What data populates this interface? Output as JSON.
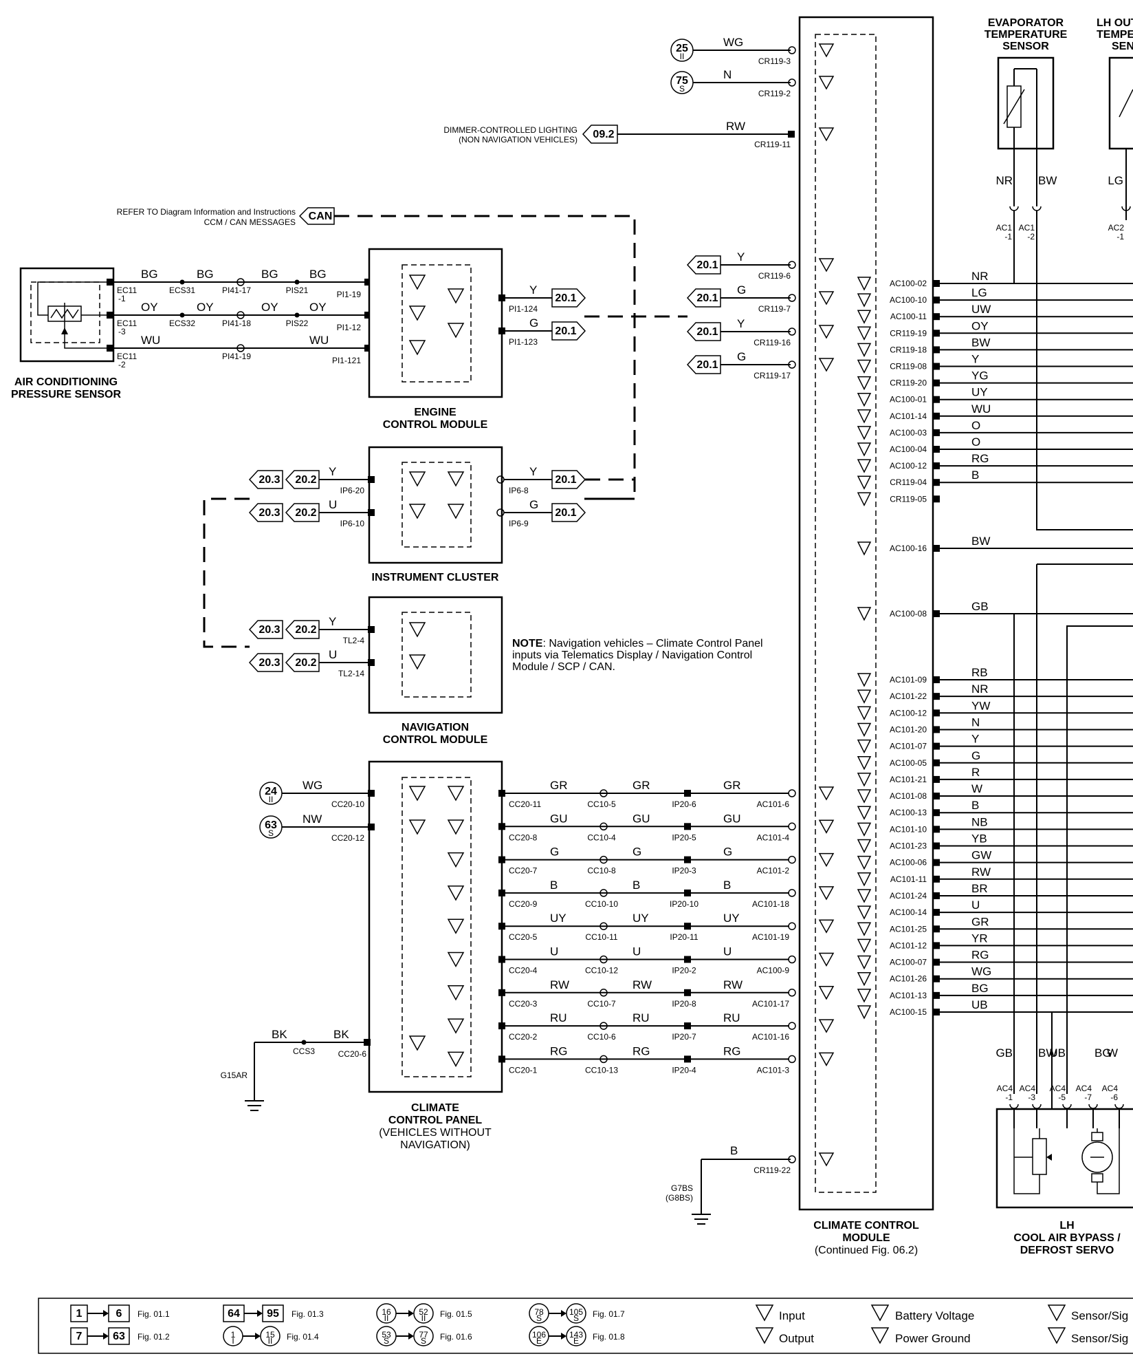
{
  "modules": {
    "ac_pressure_sensor": [
      "AIR CONDITIONING",
      "PRESSURE SENSOR"
    ],
    "ecm": [
      "ENGINE",
      "CONTROL MODULE"
    ],
    "instrument_cluster": "INSTRUMENT CLUSTER",
    "nav_module": [
      "NAVIGATION",
      "CONTROL MODULE"
    ],
    "climate_panel": [
      "CLIMATE",
      "CONTROL PANEL",
      "(VEHICLES WITHOUT",
      "NAVIGATION)"
    ],
    "ccm": [
      "CLIMATE CONTROL",
      "MODULE",
      "(Continued Fig. 06.2)"
    ],
    "evap_sensor": [
      "EVAPORATOR",
      "TEMPERATURE",
      "SENSOR"
    ],
    "lh_outlet_sensor": [
      "LH OUT",
      "TEMPE",
      "SEN"
    ],
    "lh_servo": [
      "LH",
      "COOL AIR BYPASS /",
      "DEFROST SERVO"
    ]
  },
  "refs": {
    "can_note": [
      "REFER TO Diagram Information and Instructions",
      "CCM / CAN MESSAGES"
    ],
    "can_tag": "CAN",
    "dimmer_note": [
      "DIMMER-CONTROLLED LIGHTING",
      "(NON NAVIGATION VEHICLES)"
    ],
    "dimmer_tag": "09.2",
    "nav_note_bold": "NOTE",
    "nav_note": [
      ": Navigation vehicles – Climate Control Panel",
      "inputs via Telematics Display / Navigation Control",
      "Module / SCP / CAN."
    ]
  },
  "ccm_top": [
    {
      "circle": "25",
      "sub": "II",
      "wire": "WG",
      "pin": "CR119-3"
    },
    {
      "circle": "75",
      "sub": "S",
      "wire": "N",
      "pin": "CR119-2"
    }
  ],
  "ccm_dimmer": {
    "wire": "RW",
    "pin": "CR119-11"
  },
  "ccm_mid": [
    {
      "ref": "20.1",
      "wire": "Y",
      "pin": "CR119-6"
    },
    {
      "ref": "20.1",
      "wire": "G",
      "pin": "CR119-7"
    },
    {
      "ref": "20.1",
      "wire": "Y",
      "pin": "CR119-16"
    },
    {
      "ref": "20.1",
      "wire": "G",
      "pin": "CR119-17"
    }
  ],
  "ccm_ground": {
    "wire": "B",
    "pin": "CR119-22",
    "ground": "G7BS",
    "ground_alt": "(G8BS)"
  },
  "ccm_right_pins": [
    {
      "pin": "AC100-02",
      "wire": "NR"
    },
    {
      "pin": "AC100-10",
      "wire": "LG"
    },
    {
      "pin": "AC100-11",
      "wire": "UW"
    },
    {
      "pin": "CR119-19",
      "wire": "OY"
    },
    {
      "pin": "CR119-18",
      "wire": "BW"
    },
    {
      "pin": "CR119-08",
      "wire": "Y"
    },
    {
      "pin": "CR119-20",
      "wire": "YG"
    },
    {
      "pin": "AC100-01",
      "wire": "UY"
    },
    {
      "pin": "AC101-14",
      "wire": "WU"
    },
    {
      "pin": "AC100-03",
      "wire": "O"
    },
    {
      "pin": "AC100-04",
      "wire": "O"
    },
    {
      "pin": "AC100-12",
      "wire": "RG"
    },
    {
      "pin": "CR119-04",
      "wire": "B"
    },
    {
      "pin": "CR119-05",
      "wire": ""
    }
  ],
  "ccm_right_single": [
    {
      "pin": "AC100-16",
      "wire": "BW"
    },
    {
      "pin": "AC100-08",
      "wire": "GB"
    }
  ],
  "ccm_right_pins2": [
    {
      "pin": "AC101-09",
      "wire": "RB"
    },
    {
      "pin": "AC101-22",
      "wire": "NR"
    },
    {
      "pin": "AC100-12",
      "wire": "YW"
    },
    {
      "pin": "AC101-20",
      "wire": "N"
    },
    {
      "pin": "AC101-07",
      "wire": "Y"
    },
    {
      "pin": "AC100-05",
      "wire": "G"
    },
    {
      "pin": "AC101-21",
      "wire": "R"
    },
    {
      "pin": "AC101-08",
      "wire": "W"
    },
    {
      "pin": "AC100-13",
      "wire": "B"
    },
    {
      "pin": "AC101-10",
      "wire": "NB"
    },
    {
      "pin": "AC101-23",
      "wire": "YB"
    },
    {
      "pin": "AC100-06",
      "wire": "GW"
    },
    {
      "pin": "AC101-11",
      "wire": "RW"
    },
    {
      "pin": "AC101-24",
      "wire": "BR"
    },
    {
      "pin": "AC100-14",
      "wire": "U"
    },
    {
      "pin": "AC101-25",
      "wire": "GR"
    },
    {
      "pin": "AC101-12",
      "wire": "YR"
    },
    {
      "pin": "AC100-07",
      "wire": "RG"
    },
    {
      "pin": "AC101-26",
      "wire": "WG"
    },
    {
      "pin": "AC101-13",
      "wire": "BG"
    },
    {
      "pin": "AC100-15",
      "wire": "UB"
    }
  ],
  "pressure_sensor_wires": [
    {
      "w1": "BG",
      "p1": "EC11",
      "p1b": "-1",
      "s1": "ECS31",
      "w2": "BG",
      "p2": "PI41-17",
      "s2": "PIS21",
      "w3": "BG",
      "w4": "BG",
      "p3": "PI1-19"
    },
    {
      "w1": "OY",
      "p1": "EC11",
      "p1b": "-3",
      "s1": "ECS32",
      "w2": "OY",
      "p2": "PI41-18",
      "s2": "PIS22",
      "w3": "OY",
      "w4": "OY",
      "p3": "PI1-12"
    },
    {
      "w1": "WU",
      "p1": "EC11",
      "p1b": "-2",
      "s1": "",
      "w2": "",
      "p2": "PI41-19",
      "s2": "",
      "w3": "WU",
      "w4": "",
      "p3": "PI1-121"
    }
  ],
  "ecm_out": [
    {
      "wire": "Y",
      "pin": "PI1-124",
      "ref": "20.1"
    },
    {
      "wire": "G",
      "pin": "PI1-123",
      "ref": "20.1"
    }
  ],
  "ic_in": [
    {
      "ref1": "20.3",
      "ref2": "20.2",
      "wire": "Y",
      "pin": "IP6-20"
    },
    {
      "ref1": "20.3",
      "ref2": "20.2",
      "wire": "U",
      "pin": "IP6-10"
    }
  ],
  "ic_out": [
    {
      "wire": "Y",
      "pin": "IP6-8",
      "ref": "20.1"
    },
    {
      "wire": "G",
      "pin": "IP6-9",
      "ref": "20.1"
    }
  ],
  "nav_in": [
    {
      "ref1": "20.3",
      "ref2": "20.2",
      "wire": "Y",
      "pin": "TL2-4"
    },
    {
      "ref1": "20.3",
      "ref2": "20.2",
      "wire": "U",
      "pin": "TL2-14"
    }
  ],
  "panel_in": [
    {
      "circle": "24",
      "sub": "II",
      "wire": "WG",
      "pin": "CC20-10"
    },
    {
      "circle": "63",
      "sub": "S",
      "wire": "NW",
      "pin": "CC20-12"
    }
  ],
  "panel_ground": {
    "w1": "BK",
    "splice": "CCS3",
    "w2": "BK",
    "pin": "CC20-6",
    "ground": "G15AR"
  },
  "panel_rows": [
    {
      "wire": "GR",
      "p1": "CC20-11",
      "p2": "CC10-5",
      "p3": "IP20-6",
      "p4": "AC101-6"
    },
    {
      "wire": "GU",
      "p1": "CC20-8",
      "p2": "CC10-4",
      "p3": "IP20-5",
      "p4": "AC101-4"
    },
    {
      "wire": "G",
      "p1": "CC20-7",
      "p2": "CC10-8",
      "p3": "IP20-3",
      "p4": "AC101-2"
    },
    {
      "wire": "B",
      "p1": "CC20-9",
      "p2": "CC10-10",
      "p3": "IP20-10",
      "p4": "AC101-18"
    },
    {
      "wire": "UY",
      "p1": "CC20-5",
      "p2": "CC10-11",
      "p3": "IP20-11",
      "p4": "AC101-19"
    },
    {
      "wire": "U",
      "p1": "CC20-4",
      "p2": "CC10-12",
      "p3": "IP20-2",
      "p4": "AC100-9"
    },
    {
      "wire": "RW",
      "p1": "CC20-3",
      "p2": "CC10-7",
      "p3": "IP20-8",
      "p4": "AC101-17"
    },
    {
      "wire": "RU",
      "p1": "CC20-2",
      "p2": "CC10-6",
      "p3": "IP20-7",
      "p4": "AC101-16"
    },
    {
      "wire": "RG",
      "p1": "CC20-1",
      "p2": "CC10-13",
      "p3": "IP20-4",
      "p4": "AC101-3"
    }
  ],
  "evap_sensor_wires": [
    {
      "wire": "NR",
      "pin": "AC1",
      "pinb": "-1"
    },
    {
      "wire": "BW",
      "pin": "AC1",
      "pinb": "-2"
    }
  ],
  "lh_outlet_wires": [
    {
      "wire": "LG",
      "pin": "AC2",
      "pinb": "-1"
    }
  ],
  "servo_wires": [
    {
      "wire": "GB",
      "pin": "AC4",
      "pinb": "-1"
    },
    {
      "wire": "BW",
      "pin": "AC4",
      "pinb": "-3"
    },
    {
      "wire": "UB",
      "pin": "AC4",
      "pinb": "-5"
    },
    {
      "wire": "BG",
      "pin": "AC4",
      "pinb": "-7"
    },
    {
      "wire": "W",
      "pin": "AC4",
      "pinb": "-6"
    }
  ],
  "legend": {
    "sq1a": "1",
    "sq1b": "6",
    "fig1": "Fig. 01.1",
    "sq2a": "7",
    "sq2b": "63",
    "fig2": "Fig. 01.2",
    "sq3a": "64",
    "sq3b": "95",
    "fig3": "Fig. 01.3",
    "c4a": "1",
    "c4as": "I",
    "c4b": "15",
    "c4bs": "II",
    "fig4": "Fig. 01.4",
    "c5a": "16",
    "c5as": "II",
    "c5b": "52",
    "c5bs": "II",
    "fig5": "Fig. 01.5",
    "c6a": "53",
    "c6as": "S",
    "c6b": "77",
    "c6bs": "S",
    "fig6": "Fig. 01.6",
    "c7a": "78",
    "c7as": "S",
    "c7b": "105",
    "c7bs": "S",
    "fig7": "Fig. 01.7",
    "c8a": "106",
    "c8as": "E",
    "c8b": "143",
    "c8bs": "E",
    "fig8": "Fig. 01.8",
    "input": "Input",
    "output": "Output",
    "battery": "Battery Voltage",
    "ground": "Power Ground",
    "sensor1": "Sensor/Sig",
    "sensor2": "Sensor/Sig"
  }
}
